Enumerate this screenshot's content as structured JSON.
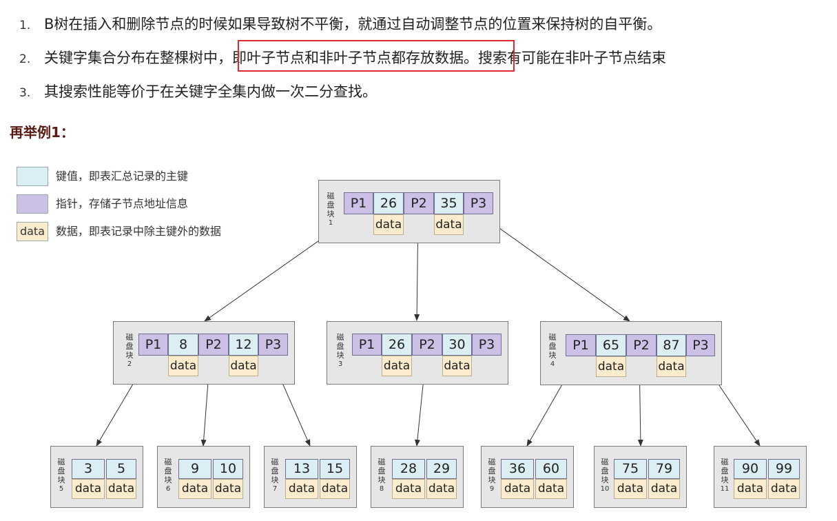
{
  "list": [
    {
      "num": "1.",
      "text": "B树在插入和删除节点的时候如果导致树不平衡，就通过自动调整节点的位置来保持树的自平衡。"
    },
    {
      "num": "2.",
      "text": "关键字集合分布在整棵树中，即叶子节点和非叶子节点都存放数据。搜索有可能在非叶子节点结束"
    },
    {
      "num": "3.",
      "text": "其搜索性能等价于在关键字全集内做一次二分查找。"
    }
  ],
  "heading": "再举例1：",
  "legend": [
    {
      "swatch": "",
      "text": "键值，即表汇总记录的主键"
    },
    {
      "swatch": "",
      "text": "指针，存储子节点地址信息"
    },
    {
      "swatch": "data",
      "text": "数据，即表记录中除主键外的数据"
    }
  ],
  "colors": {
    "key": "#daeef3",
    "pointer": "#ccc0e6",
    "data": "#faeccc",
    "block": "#e6e6e6",
    "highlight": "#e0282e"
  },
  "block_label": [
    "磁",
    "盘",
    "块"
  ],
  "data_label": "data",
  "tree": {
    "root": {
      "id": "1",
      "cells": [
        "P1",
        "26",
        "P2",
        "35",
        "P3"
      ]
    },
    "level2": [
      {
        "id": "2",
        "cells": [
          "P1",
          "8",
          "P2",
          "12",
          "P3"
        ]
      },
      {
        "id": "3",
        "cells": [
          "P1",
          "26",
          "P2",
          "30",
          "P3"
        ]
      },
      {
        "id": "4",
        "cells": [
          "P1",
          "65",
          "P2",
          "87",
          "P3"
        ]
      }
    ],
    "leaves": [
      {
        "id": "5",
        "keys": [
          "3",
          "5"
        ]
      },
      {
        "id": "6",
        "keys": [
          "9",
          "10"
        ]
      },
      {
        "id": "7",
        "keys": [
          "13",
          "15"
        ]
      },
      {
        "id": "8",
        "keys": [
          "28",
          "29"
        ]
      },
      {
        "id": "9",
        "keys": [
          "36",
          "60"
        ]
      },
      {
        "id": "10",
        "keys": [
          "75",
          "79"
        ]
      },
      {
        "id": "11",
        "keys": [
          "90",
          "99"
        ]
      }
    ]
  }
}
